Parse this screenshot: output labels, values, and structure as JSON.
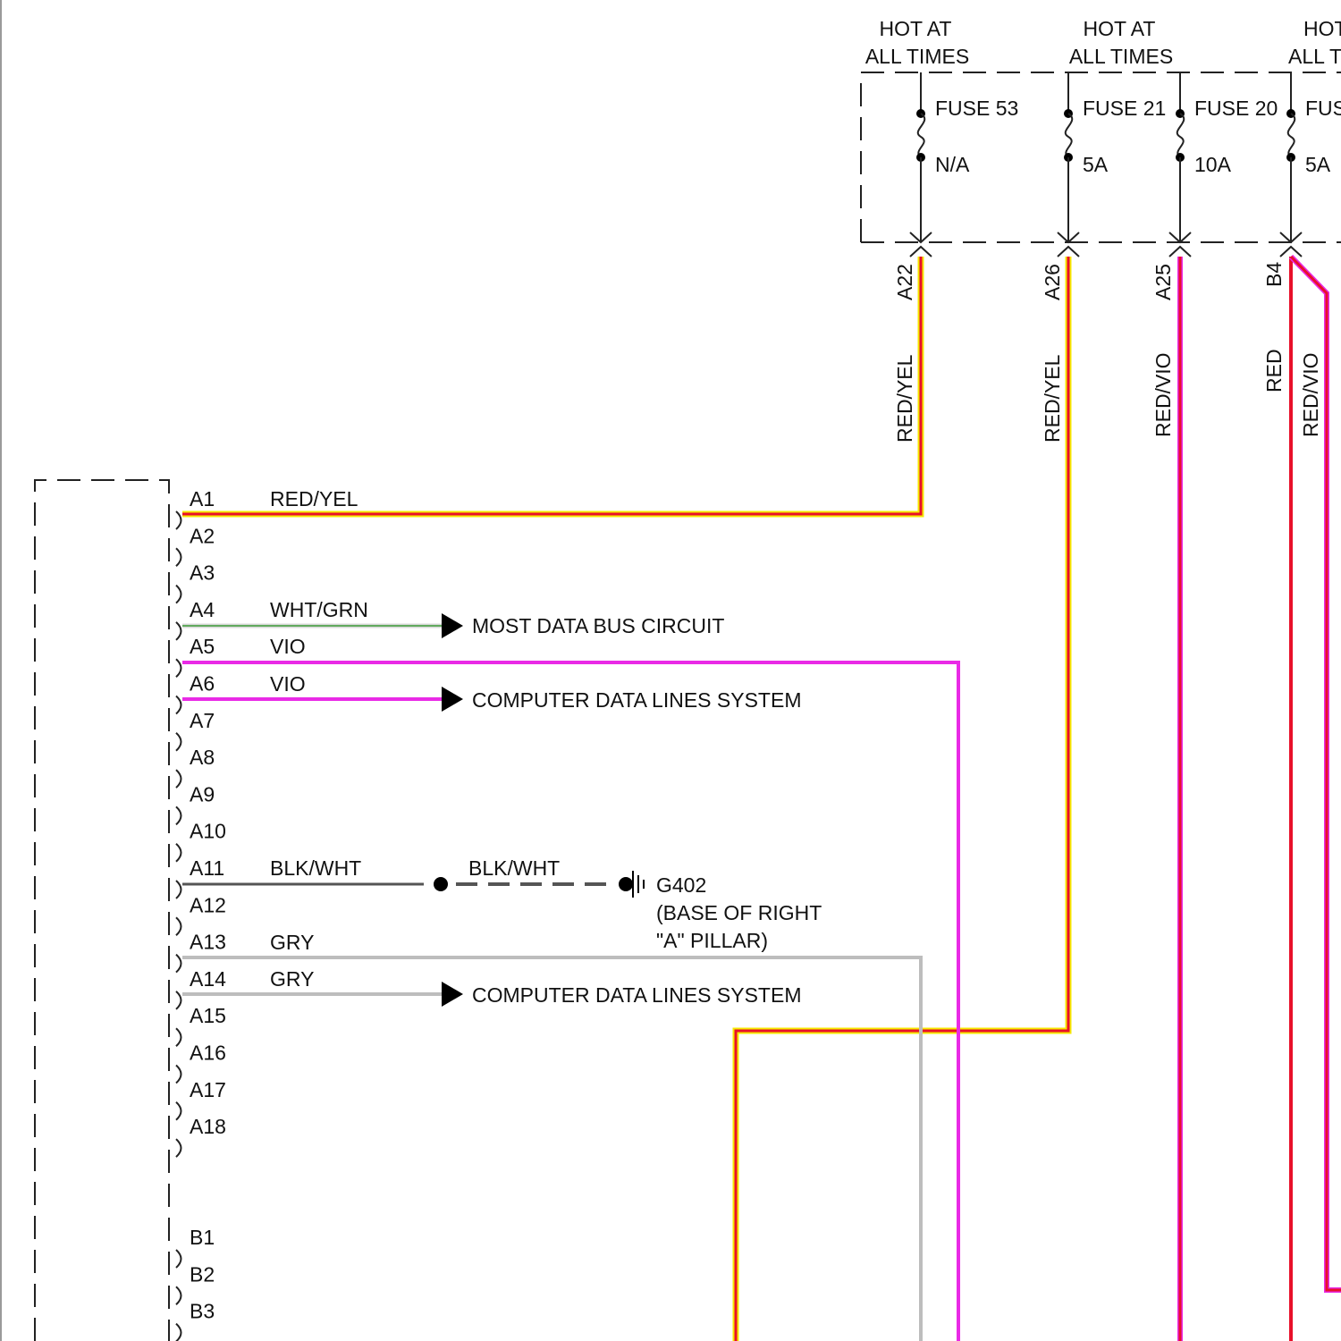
{
  "diagram": {
    "hot_labels": [
      {
        "line1": "HOT AT",
        "line2": "ALL TIMES"
      },
      {
        "line1": "HOT AT",
        "line2": "ALL TIMES"
      },
      {
        "line1": "HOT",
        "line2": "ALL T"
      }
    ],
    "fuses": [
      {
        "name": "FUSE 53",
        "rating": "N/A",
        "pin": "A22",
        "wire": "RED/YEL"
      },
      {
        "name": "FUSE 21",
        "rating": "5A",
        "pin": "A26",
        "wire": "RED/YEL"
      },
      {
        "name": "FUSE 20",
        "rating": "10A",
        "pin": "A25",
        "wire": "RED/VIO"
      },
      {
        "name": "FUS",
        "rating": "5A",
        "pin": "B4",
        "wire": "RED",
        "wire2": "RED/VIO"
      }
    ],
    "pins_a": [
      "A1",
      "A2",
      "A3",
      "A4",
      "A5",
      "A6",
      "A7",
      "A8",
      "A9",
      "A10",
      "A11",
      "A12",
      "A13",
      "A14",
      "A15",
      "A16",
      "A17",
      "A18"
    ],
    "pins_b": [
      "B1",
      "B2",
      "B3",
      "B4"
    ],
    "wire_labels": {
      "a1": "RED/YEL",
      "a4": "WHT/GRN",
      "a5": "VIO",
      "a6": "VIO",
      "a11": "BLK/WHT",
      "a11_ground": "BLK/WHT",
      "a13": "GRY",
      "a14": "GRY"
    },
    "destinations": {
      "a4": "MOST DATA BUS CIRCUIT",
      "a6": "COMPUTER DATA LINES SYSTEM",
      "a14": "COMPUTER DATA LINES SYSTEM"
    },
    "ground": {
      "id": "G402",
      "line1": "(BASE OF RIGHT",
      "line2": "\"A\" PILLAR)"
    },
    "colors": {
      "red": "#e8102a",
      "yellow": "#f6e800",
      "violet": "#e92ae6",
      "green": "#3a9a35",
      "gray": "#bdbdbd",
      "black_white": "#555555",
      "dark_crimson": "#c8103a"
    }
  }
}
